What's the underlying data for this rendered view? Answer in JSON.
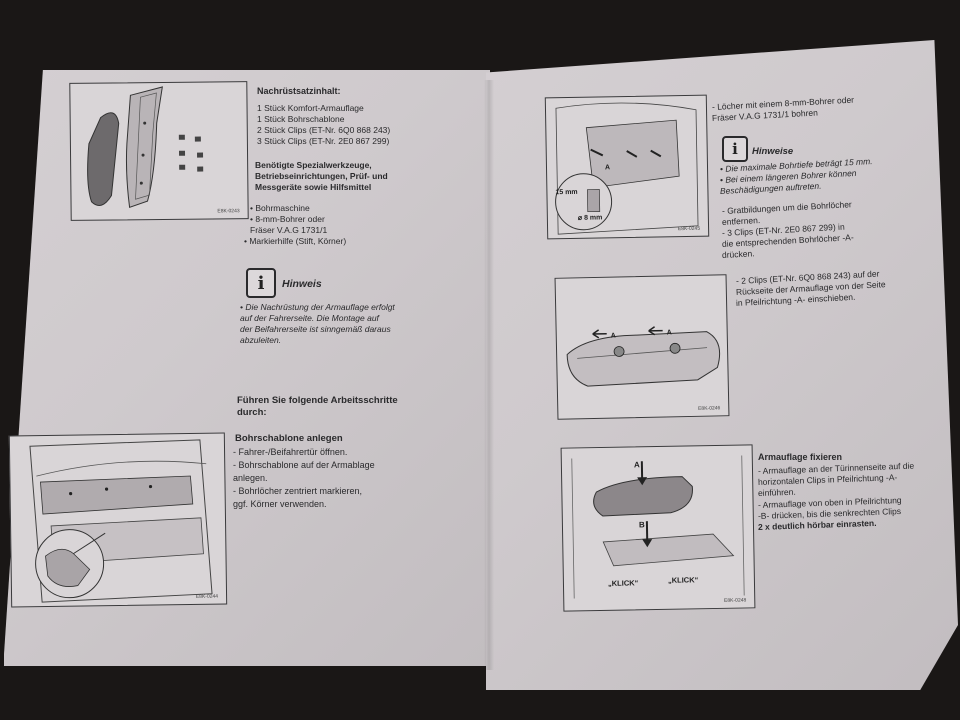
{
  "left": {
    "kit_heading": "Nachrüstsatzinhalt:",
    "kit_items": [
      "1 Stück   Komfort-Armauflage",
      "1 Stück   Bohrschablone",
      "2 Stück   Clips (ET-Nr. 6Q0 868 243)",
      "3 Stück   Clips (ET-Nr. 2E0 867 299)"
    ],
    "tools_heading": [
      "Benötigte Spezialwerkzeuge,",
      "Betriebseinrichtungen, Prüf- und",
      "Messgeräte sowie Hilfsmittel"
    ],
    "tools_items": [
      "•  Bohrmaschine",
      "•  8-mm-Bohrer oder",
      "    Fräser V.A.G 1731/1",
      "•  Markierhilfe (Stift, Körner)"
    ],
    "hinweis_title": "Hinweis",
    "hinweis_text": [
      "•  Die Nachrüstung der Armauflage erfolgt",
      "   auf der Fahrerseite. Die Montage auf",
      "   der Beifahrerseite ist sinngemäß daraus",
      "   abzuleiten."
    ],
    "steps_heading": [
      "Führen Sie folgende Arbeitsschritte",
      "durch:"
    ],
    "drill_heading": "Bohrschablone anlegen",
    "drill_items": [
      "-  Fahrer-/Beifahrertür öffnen.",
      "-  Bohrschablone auf der Armablage",
      "    anlegen.",
      "-  Bohrlöcher zentriert markieren,",
      "    ggf. Körner verwenden."
    ],
    "fig1_code": "E8K-0243",
    "fig2_code": "E8K-0244"
  },
  "right": {
    "holes_text": [
      "-  Löcher mit einem 8-mm-Bohrer oder",
      "   Fräser V.A.G 1731/1 bohren"
    ],
    "hinweise_title": "Hinweise",
    "hinweise_items": [
      "•  Die maximale Bohrtiefe beträgt 15 mm.",
      "•  Bei einem längeren Bohrer können",
      "   Beschädigungen auftreten."
    ],
    "deburr_items": [
      "-  Gratbildungen um die Bohrlöcher",
      "   entfernen.",
      "-  3 Clips (ET-Nr. 2E0 867 299) in",
      "   die entsprechenden Bohrlöcher -A-",
      "   drücken."
    ],
    "clips_text": [
      "-  2 Clips (ET-Nr. 6Q0 868 243) auf der",
      "   Rückseite der Armauflage von der Seite",
      "   in Pfeilrichtung -A- einschieben."
    ],
    "fix_heading": "Armauflage fixieren",
    "fix_items": [
      "-  Armauflage an der Türinnenseite auf die",
      "   horizontalen Clips in Pfeilrichtung -A-",
      "   einführen.",
      "-  Armauflage von oben in Pfeilrichtung",
      "   -B- drücken, bis die senkrechten Clips",
      "   2 x deutlich hörbar einrasten."
    ],
    "fig3_labels": {
      "depth": "15 mm",
      "diameter": "⌀ 8 mm",
      "arrow": "A"
    },
    "fig4_labels": {
      "arrow": "A"
    },
    "fig5_labels": {
      "a": "A",
      "b": "B",
      "klick": "„KLICK“"
    },
    "fig3_code": "E8K-0245",
    "fig4_code": "E8K-0246",
    "fig5_code": "E8K-0248"
  },
  "colors": {
    "paper": "#d4cfd2",
    "ink": "#2a2a2c",
    "background": "#1a1716"
  }
}
